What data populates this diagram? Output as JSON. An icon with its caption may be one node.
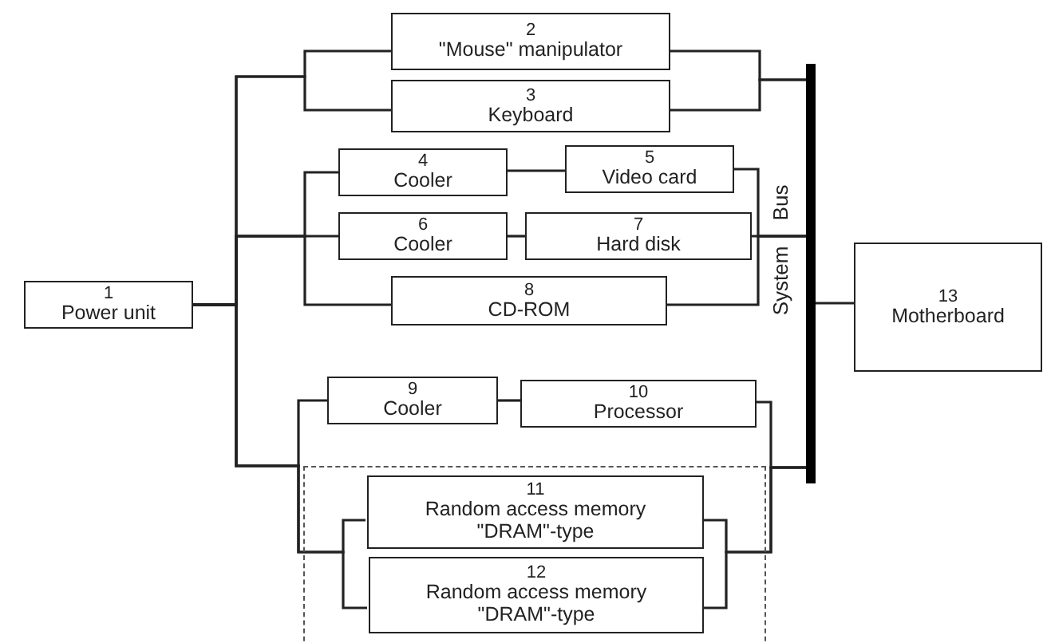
{
  "diagram": {
    "nodes": [
      {
        "text": [
          "1",
          "Power unit"
        ]
      },
      {
        "text": [
          "2",
          "\"Mouse\" manipulator"
        ]
      },
      {
        "text": [
          "3",
          "Keyboard"
        ]
      },
      {
        "text": [
          "4",
          "Cooler"
        ]
      },
      {
        "text": [
          "5",
          "Video card"
        ]
      },
      {
        "text": [
          "6",
          "Cooler"
        ]
      },
      {
        "text": [
          "7",
          "Hard disk"
        ]
      },
      {
        "text": [
          "8",
          "CD-ROM"
        ]
      },
      {
        "text": [],
        "shape": "bar"
      },
      {
        "text": [
          "13",
          "Motherboard"
        ]
      },
      {
        "text": [
          "9",
          "Cooler"
        ]
      },
      {
        "text": [
          "10",
          "Processor"
        ]
      },
      {
        "text": [],
        "shape": "box"
      },
      {
        "text": [
          "11",
          "Random access memory \"DRAM\"-type"
        ],
        "in": 12
      },
      {
        "text": [
          "12",
          "Random access memory \"DRAM\"-type"
        ],
        "in": 12
      }
    ],
    "edges": [
      {
        "from": 0,
        "to": 1,
        "arrow": "none"
      },
      {
        "from": 0,
        "to": 2,
        "arrow": "none"
      },
      {
        "from": 0,
        "to": 3,
        "arrow": "none"
      },
      {
        "from": 0,
        "to": 5,
        "arrow": "none"
      },
      {
        "from": 0,
        "to": 7,
        "arrow": "none"
      },
      {
        "from": 0,
        "to": 10,
        "arrow": "none"
      },
      {
        "from": 0,
        "to": 13,
        "arrow": "none"
      },
      {
        "from": 0,
        "to": 14,
        "arrow": "none"
      },
      {
        "from": 3,
        "to": 4,
        "arrow": "none"
      },
      {
        "from": 5,
        "to": 6,
        "arrow": "none"
      },
      {
        "from": 10,
        "to": 11,
        "arrow": "none"
      },
      {
        "from": 1,
        "to": 8,
        "arrow": "none"
      },
      {
        "from": 2,
        "to": 8,
        "arrow": "none"
      },
      {
        "from": 4,
        "to": 8,
        "arrow": "none"
      },
      {
        "from": 6,
        "to": 8,
        "arrow": "none"
      },
      {
        "from": 7,
        "to": 8,
        "arrow": "none"
      },
      {
        "from": 11,
        "to": 8,
        "arrow": "none"
      },
      {
        "from": 13,
        "to": 8,
        "arrow": "none"
      },
      {
        "from": 14,
        "to": 8,
        "arrow": "none"
      },
      {
        "from": 8,
        "to": 9,
        "arrow": "none"
      }
    ],
    "labels": [
      "System",
      "Bus"
    ]
  }
}
